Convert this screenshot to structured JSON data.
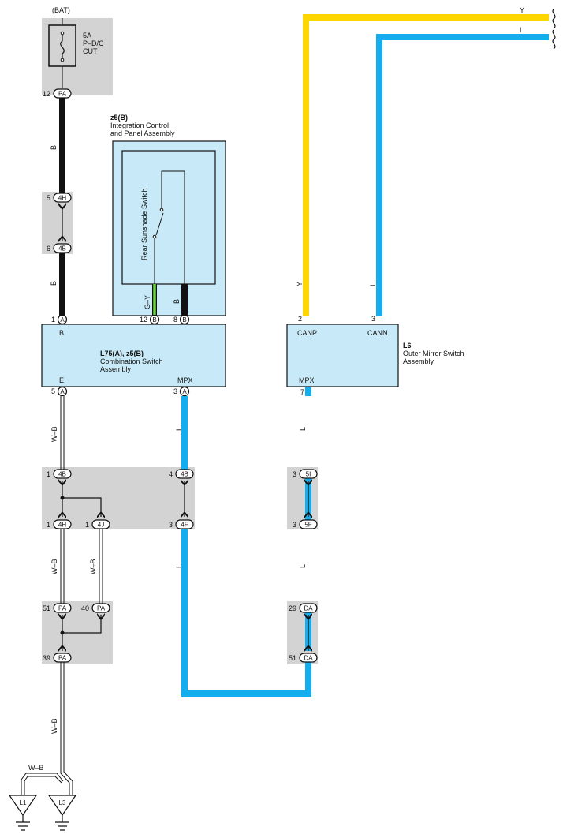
{
  "power": {
    "source": "(BAT)",
    "fuse_amp": "5A",
    "fuse_name_1": "P–D/C",
    "fuse_name_2": "CUT"
  },
  "colors": {
    "yellow": "#FFD700",
    "blue": "#14AEEF",
    "black": "#111111",
    "green": "#2BB24C",
    "panel": "#D3D3D3",
    "box": "#C8EAF8"
  },
  "wires": {
    "b": "B",
    "wb": "W–B",
    "gy": "G–Y",
    "l": "L",
    "y": "Y"
  },
  "connectors": {
    "pa": "PA",
    "h4": "4H",
    "b4": "4B",
    "f4": "4F",
    "j4": "4J",
    "a": "A",
    "b": "B",
    "i5": "5I",
    "f5": "5F",
    "da": "DA"
  },
  "pins": {
    "p12": "12",
    "p5": "5",
    "p6": "6",
    "p1": "1",
    "p8": "8",
    "p2": "2",
    "p3": "3",
    "p4": "4",
    "p7": "7",
    "p51": "51",
    "p40": "40",
    "p39": "39",
    "p29": "29"
  },
  "integration": {
    "code": "z5(B)",
    "name_1": "Integration Control",
    "name_2": "and Panel Assembly",
    "switch": "Rear Sunshade Switch"
  },
  "combination": {
    "code": "L75(A), z5(B)",
    "name_1": "Combination Switch",
    "name_2": "Assembly",
    "t_b": "B",
    "t_e": "E",
    "t_mpx": "MPX"
  },
  "mirror": {
    "code": "L6",
    "name_1": "Outer Mirror Switch",
    "name_2": "Assembly",
    "t_canp": "CANP",
    "t_cann": "CANN",
    "t_mpx": "MPX"
  },
  "grounds": {
    "g1": "L1",
    "g2": "L3"
  }
}
